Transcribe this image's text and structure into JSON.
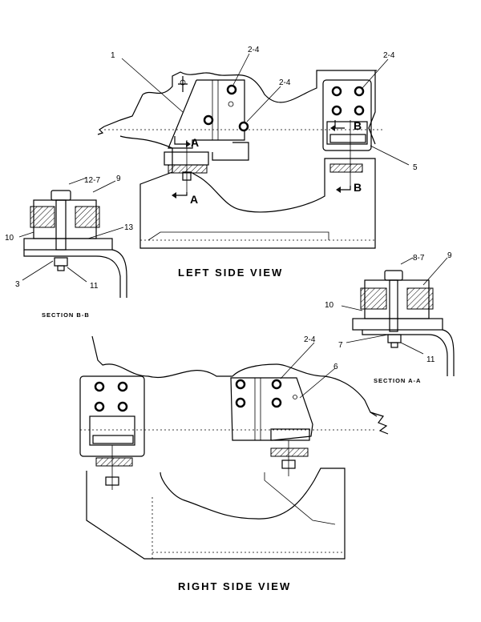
{
  "views": {
    "left_title": "LEFT SIDE VIEW",
    "right_title": "RIGHT SIDE VIEW"
  },
  "sections": {
    "bb_title": "SECTION B-B",
    "aa_title": "SECTION A-A"
  },
  "markers": {
    "a": "A",
    "b": "B"
  },
  "callouts": {
    "c1": "1",
    "c2_4": "2-4",
    "c3": "3",
    "c5": "5",
    "c6": "6",
    "c7": "7",
    "c8_7": "8-7",
    "c9": "9",
    "c10": "10",
    "c11": "11",
    "c12_7": "12-7",
    "c13": "13"
  }
}
